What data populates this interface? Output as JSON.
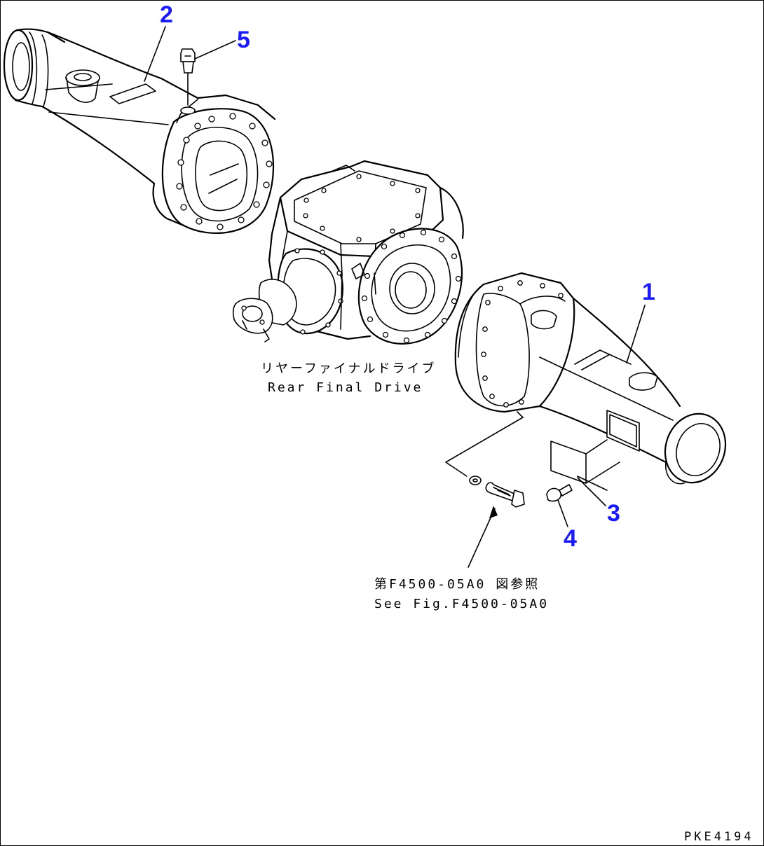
{
  "callouts": {
    "c1": "1",
    "c2": "2",
    "c3": "3",
    "c4": "4",
    "c5": "5"
  },
  "rear_final_drive": {
    "jp": "リヤーファイナルドライブ",
    "en": "Rear Final Drive"
  },
  "reference": {
    "jp": "第F4500-05A0 図参照",
    "en": "See Fig.F4500-05A0"
  },
  "drawing_id": "PKE4194",
  "colors": {
    "callout": "#1a1aff",
    "line": "#000000",
    "background": "#ffffff"
  }
}
